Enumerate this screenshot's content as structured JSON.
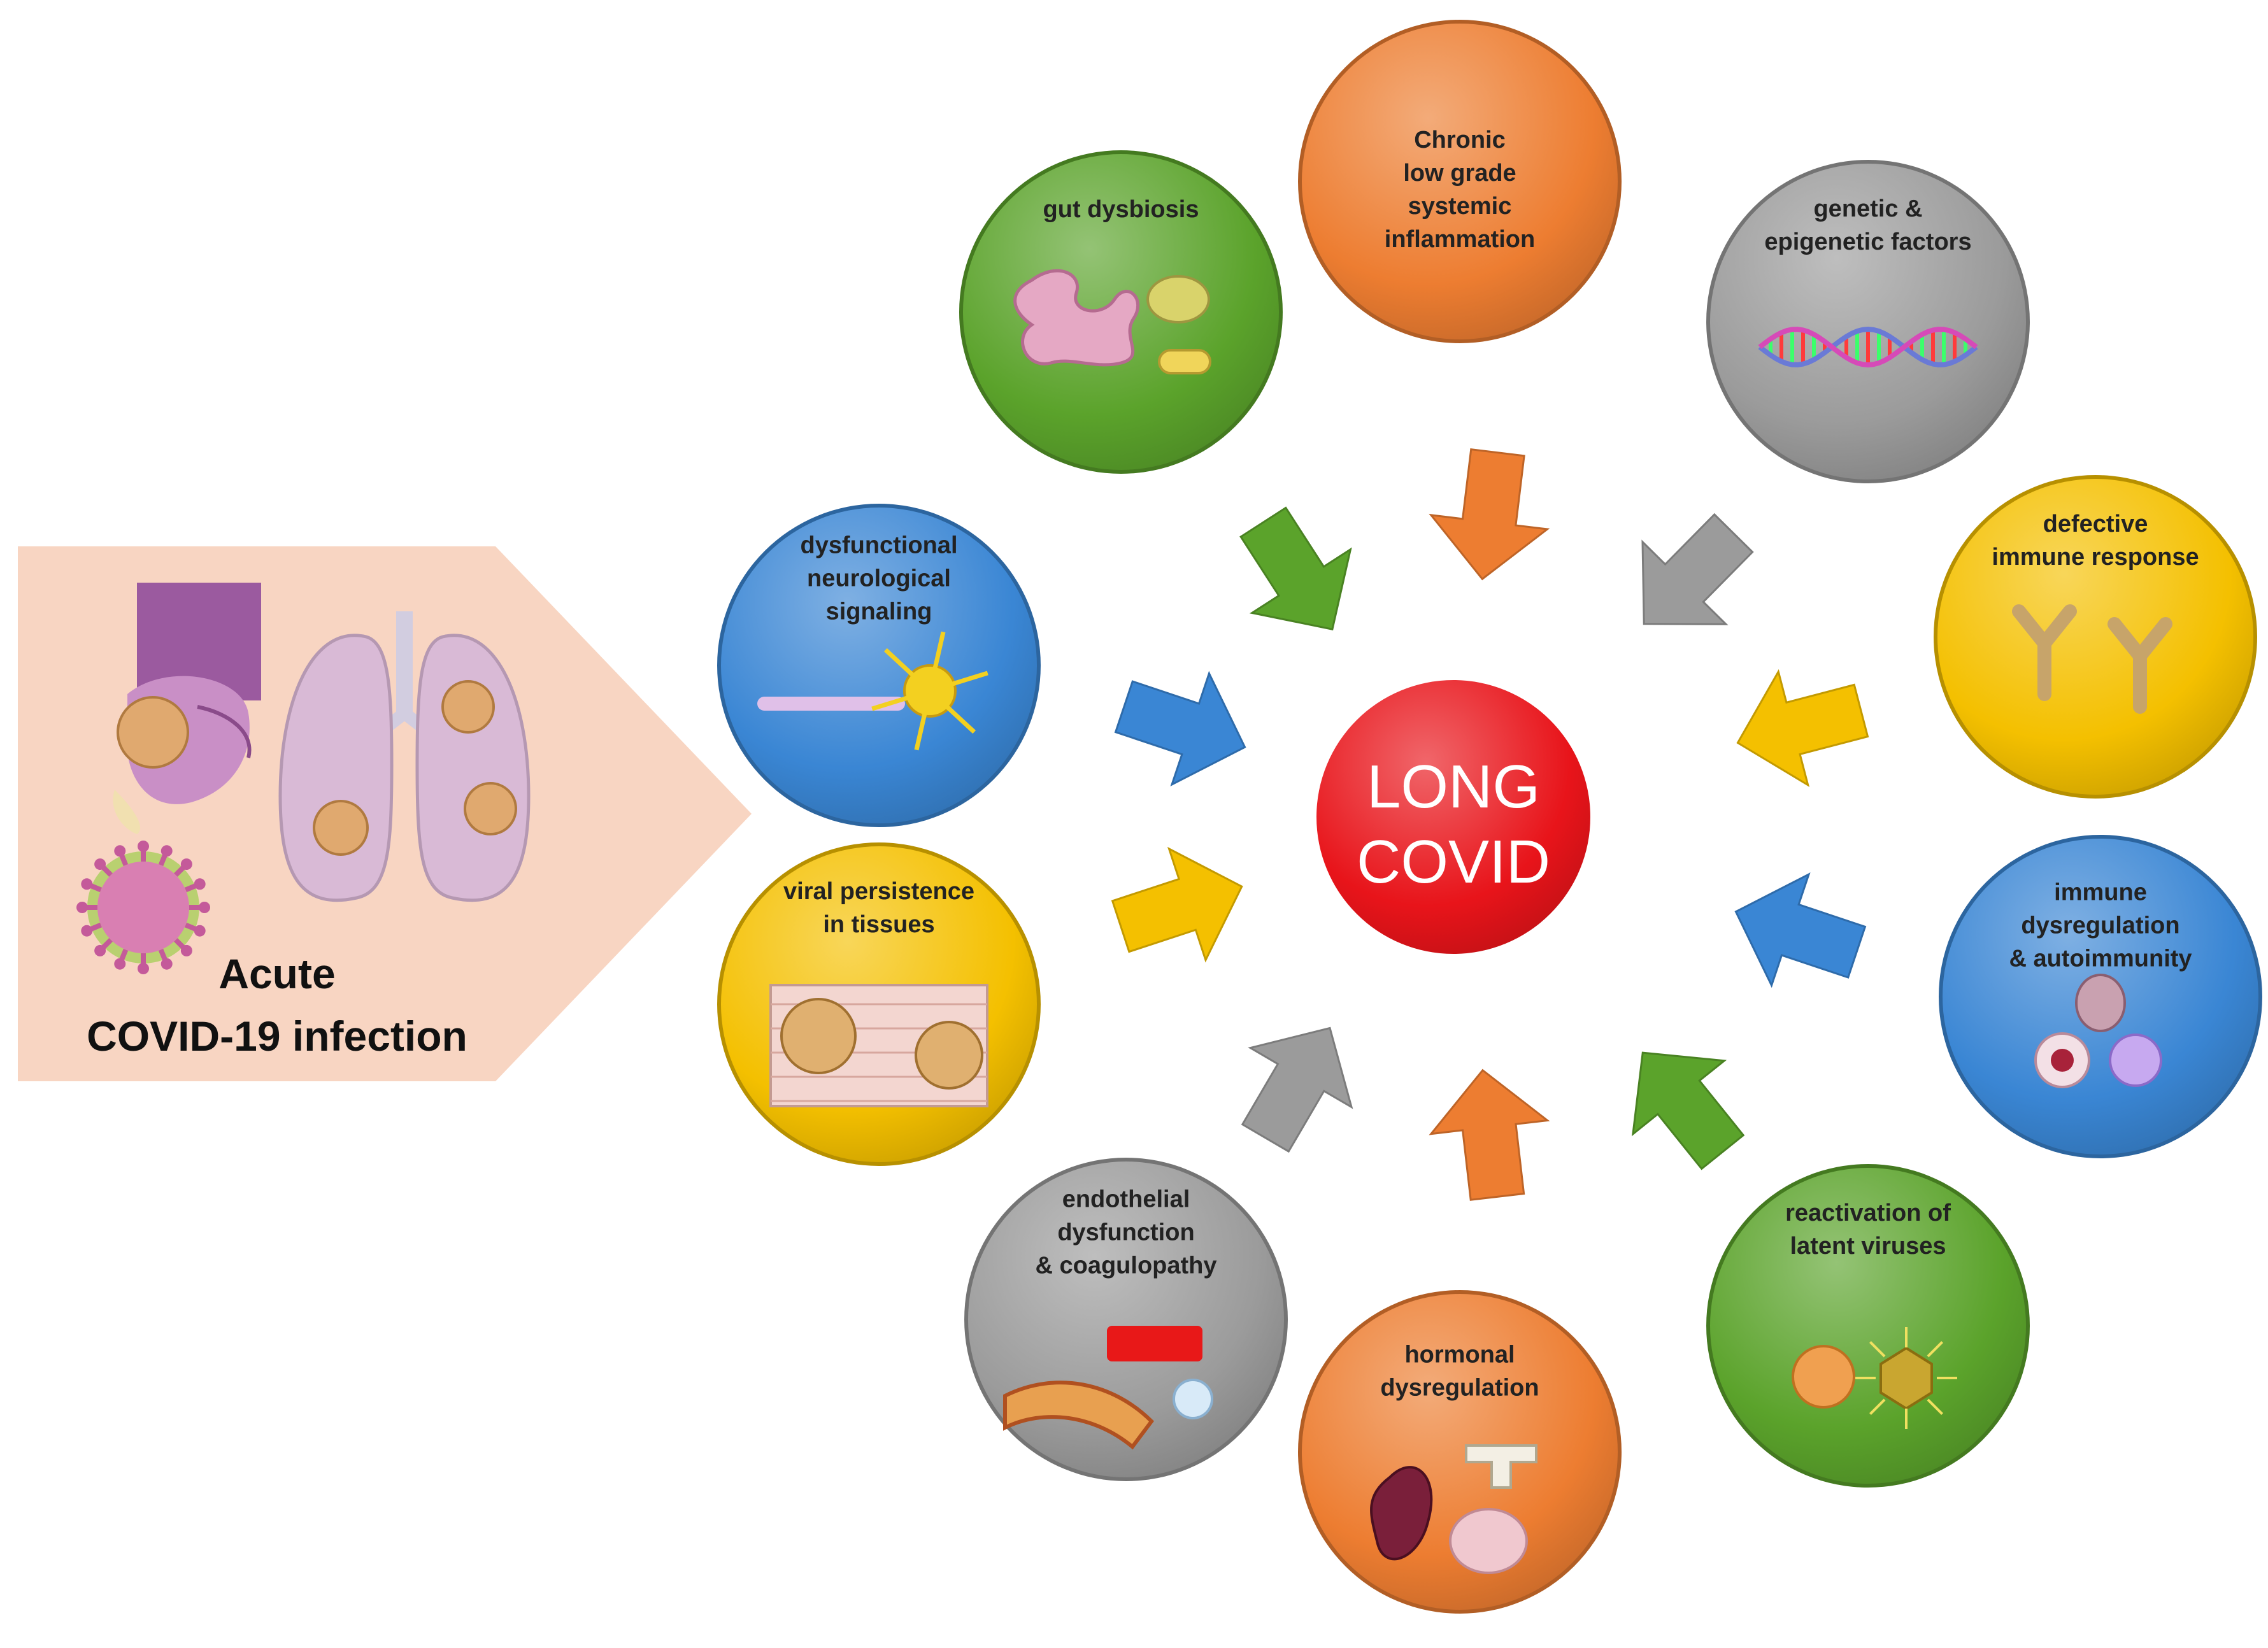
{
  "center": {
    "lines": [
      "LONG",
      "COVID"
    ],
    "color": "#e8141a"
  },
  "acute": {
    "lines": [
      "Acute",
      "COVID-19 infection"
    ],
    "panel_color": "#f8d5c2"
  },
  "factors": [
    {
      "id": "gut-dysbiosis",
      "lines": [
        "gut dysbiosis"
      ],
      "color": "#5ba32b",
      "icon": "intestine-bacteria-icon"
    },
    {
      "id": "chronic-inflammation",
      "lines": [
        "Chronic",
        "low grade",
        "systemic",
        "inflammation"
      ],
      "color": "#ed7d31",
      "icon": "none"
    },
    {
      "id": "genetic-factors",
      "lines": [
        "genetic &",
        "epigenetic factors"
      ],
      "color": "#9b9b9b",
      "icon": "dna-helix-icon"
    },
    {
      "id": "defective-immune-response",
      "lines": [
        "defective",
        "immune response"
      ],
      "color": "#f4c000",
      "icon": "antibody-icon"
    },
    {
      "id": "immune-dysregulation",
      "lines": [
        "immune",
        "dysregulation",
        "& autoimmunity"
      ],
      "color": "#3a86d4",
      "icon": "immune-cells-icon"
    },
    {
      "id": "reactivation-latent-viruses",
      "lines": [
        "reactivation of",
        "latent viruses"
      ],
      "color": "#5ba32b",
      "icon": "virus-icon"
    },
    {
      "id": "hormonal-dysregulation",
      "lines": [
        "hormonal",
        "dysregulation"
      ],
      "color": "#ed7d31",
      "icon": "glands-icon"
    },
    {
      "id": "endothelial-dysfunction",
      "lines": [
        "endothelial",
        "dysfunction",
        "& coagulopathy"
      ],
      "color": "#9b9b9b",
      "icon": "blood-vessel-icon"
    },
    {
      "id": "viral-persistence",
      "lines": [
        "viral persistence",
        "in tissues"
      ],
      "color": "#f4c000",
      "icon": "tissue-virus-icon"
    },
    {
      "id": "neurological-signaling",
      "lines": [
        "dysfunctional",
        "neurological",
        "signaling"
      ],
      "color": "#3a86d4",
      "icon": "neuron-icon"
    }
  ]
}
